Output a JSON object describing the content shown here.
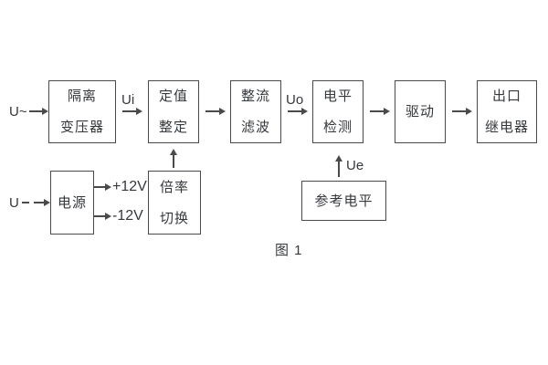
{
  "colors": {
    "ink": "#35383c",
    "line": "#4a4a4a",
    "background": "#ffffff"
  },
  "caption": "图 1",
  "labels": {
    "ac_input": "U~",
    "dc_input": "U",
    "ui": "Ui",
    "uo": "Uo",
    "ue": "Ue",
    "plus_12v": "+12V",
    "minus_12v": "-12V"
  },
  "blocks": {
    "isolation_transformer": {
      "line1": "隔离",
      "line2": "变压器"
    },
    "value_setting": {
      "line1": "定值",
      "line2": "整定"
    },
    "rectifier_filter": {
      "line1": "整流",
      "line2": "滤波"
    },
    "level_detection": {
      "line1": "电平",
      "line2": "检测"
    },
    "driver": {
      "line1": "驱动"
    },
    "output_relay": {
      "line1": "出口",
      "line2": "继电器"
    },
    "power_supply": {
      "line1": "电源"
    },
    "ratio_switch": {
      "line1": "倍率",
      "line2": "切换"
    },
    "reference_level": {
      "line1": "参考电平"
    }
  }
}
